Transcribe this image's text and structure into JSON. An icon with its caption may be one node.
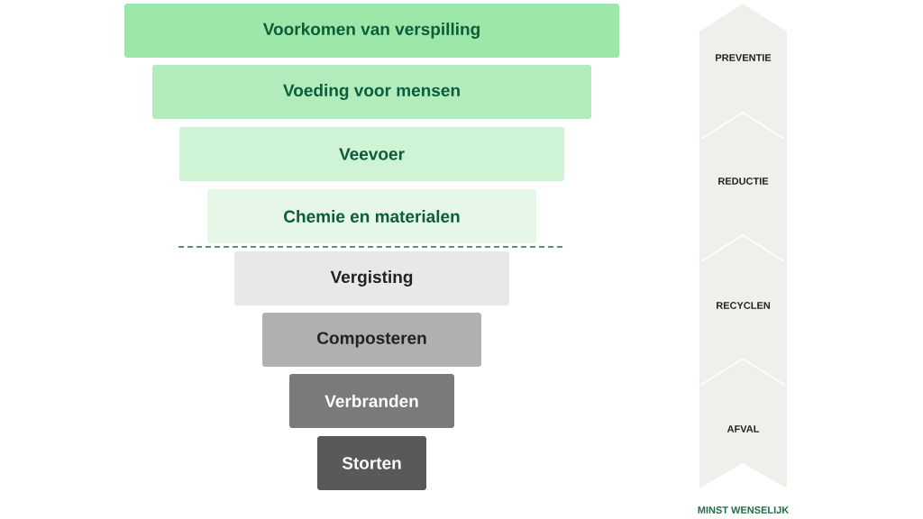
{
  "diagram": {
    "nodes": [
      {
        "text": [
          "Voorkomen van verspilling"
        ]
      },
      {
        "text": [
          "Voeding voor mensen"
        ]
      },
      {
        "text": [
          "Veevoer"
        ]
      },
      {
        "text": [
          "Chemie en materialen"
        ]
      },
      {
        "text": [
          "Vergisting"
        ]
      },
      {
        "text": [
          "Composteren"
        ]
      },
      {
        "text": [
          "Verbranden"
        ]
      },
      {
        "text": [
          "Storten"
        ]
      },
      {
        "text": [
          "PREVENTIE",
          "REDUCTIE",
          "RECYCLEN",
          "AFVAL"
        ]
      }
    ],
    "labels": [
      "MINST WENSELIJK"
    ]
  }
}
